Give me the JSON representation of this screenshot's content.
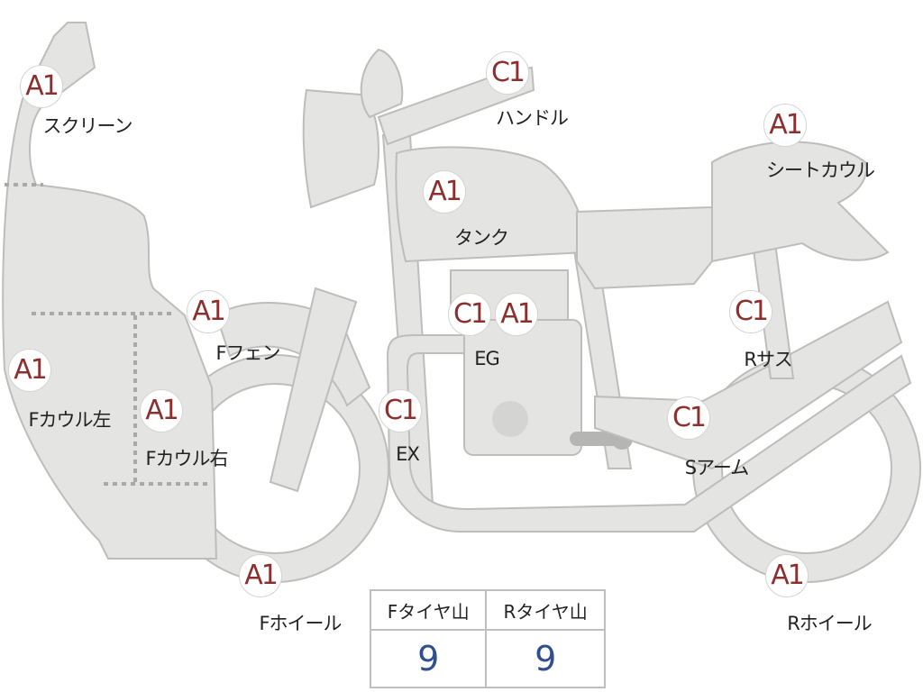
{
  "parts": {
    "screen": {
      "grade": "A1",
      "label": "スクリーン"
    },
    "handle": {
      "grade": "C1",
      "label": "ハンドル"
    },
    "seat_cowl": {
      "grade": "A1",
      "label": "シートカウル"
    },
    "tank": {
      "grade": "A1",
      "label": "タンク"
    },
    "f_fender": {
      "grade": "A1",
      "label": "Fフェン"
    },
    "engine": {
      "grades": [
        "C1",
        "A1"
      ],
      "label": "EG"
    },
    "r_sus": {
      "grade": "C1",
      "label": "Rサス"
    },
    "f_cowl_left": {
      "grade": "A1",
      "label": "Fカウル左"
    },
    "f_cowl_right": {
      "grade": "A1",
      "label": "Fカウル右"
    },
    "exhaust": {
      "grade": "C1",
      "label": "EX"
    },
    "swing_arm": {
      "grade": "C1",
      "label": "Sアーム"
    },
    "f_wheel": {
      "grade": "A1",
      "label": "Fホイール"
    },
    "r_wheel": {
      "grade": "A1",
      "label": "Rホイール"
    }
  },
  "tire_tread": {
    "headers": [
      "Fタイヤ山",
      "Rタイヤ山"
    ],
    "values": [
      "9",
      "9"
    ]
  },
  "colors": {
    "part_fill": "#e4e4e2",
    "grade_text": "#8c2f2f",
    "tread_value": "#2f4f8f"
  }
}
